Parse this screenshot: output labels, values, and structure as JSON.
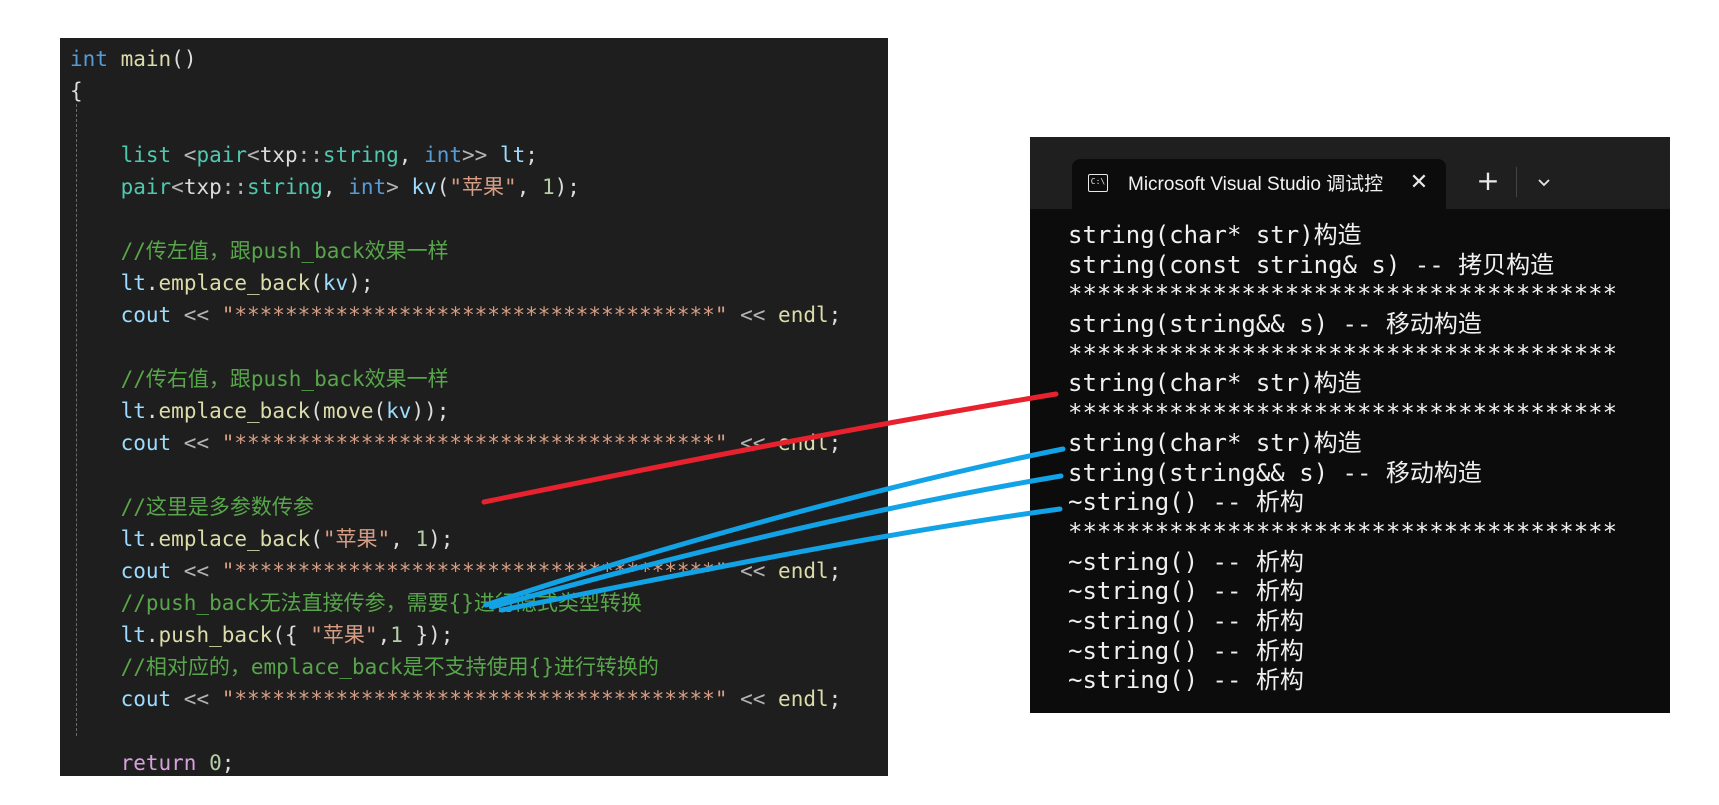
{
  "code": {
    "lines": [
      [
        {
          "t": "int",
          "c": "kw"
        },
        {
          "t": " "
        },
        {
          "t": "main",
          "c": "fn"
        },
        {
          "t": "()"
        }
      ],
      [
        {
          "t": "{"
        }
      ],
      [],
      [
        {
          "t": "    "
        },
        {
          "t": "list",
          "c": "ty"
        },
        {
          "t": " <",
          "c": "op"
        },
        {
          "t": "pair",
          "c": "ty"
        },
        {
          "t": "<",
          "c": "op"
        },
        {
          "t": "txp"
        },
        {
          "t": "::",
          "c": "op"
        },
        {
          "t": "string",
          "c": "ty"
        },
        {
          "t": ", "
        },
        {
          "t": "int",
          "c": "kw"
        },
        {
          "t": ">> ",
          "c": "op"
        },
        {
          "t": "lt",
          "c": "var"
        },
        {
          "t": ";"
        }
      ],
      [
        {
          "t": "    "
        },
        {
          "t": "pair",
          "c": "ty"
        },
        {
          "t": "<",
          "c": "op"
        },
        {
          "t": "txp"
        },
        {
          "t": "::",
          "c": "op"
        },
        {
          "t": "string",
          "c": "ty"
        },
        {
          "t": ", "
        },
        {
          "t": "int",
          "c": "kw"
        },
        {
          "t": "> ",
          "c": "op"
        },
        {
          "t": "kv",
          "c": "var"
        },
        {
          "t": "("
        },
        {
          "t": "\"苹果\"",
          "c": "str"
        },
        {
          "t": ", "
        },
        {
          "t": "1",
          "c": "num"
        },
        {
          "t": ");"
        }
      ],
      [],
      [
        {
          "t": "    "
        },
        {
          "t": "//传左值，跟push_back效果一样",
          "c": "cm"
        }
      ],
      [
        {
          "t": "    "
        },
        {
          "t": "lt",
          "c": "var"
        },
        {
          "t": "."
        },
        {
          "t": "emplace_back",
          "c": "fn"
        },
        {
          "t": "("
        },
        {
          "t": "kv",
          "c": "var"
        },
        {
          "t": ");"
        }
      ],
      [
        {
          "t": "    "
        },
        {
          "t": "cout",
          "c": "var"
        },
        {
          "t": " << ",
          "c": "op"
        },
        {
          "t": "\"**************************************\"",
          "c": "str"
        },
        {
          "t": " << ",
          "c": "op"
        },
        {
          "t": "endl",
          "c": "fn"
        },
        {
          "t": ";"
        }
      ],
      [],
      [
        {
          "t": "    "
        },
        {
          "t": "//传右值，跟push_back效果一样",
          "c": "cm"
        }
      ],
      [
        {
          "t": "    "
        },
        {
          "t": "lt",
          "c": "var"
        },
        {
          "t": "."
        },
        {
          "t": "emplace_back",
          "c": "fn"
        },
        {
          "t": "("
        },
        {
          "t": "move",
          "c": "fn"
        },
        {
          "t": "("
        },
        {
          "t": "kv",
          "c": "var"
        },
        {
          "t": "));"
        }
      ],
      [
        {
          "t": "    "
        },
        {
          "t": "cout",
          "c": "var"
        },
        {
          "t": " << ",
          "c": "op"
        },
        {
          "t": "\"**************************************\"",
          "c": "str"
        },
        {
          "t": " << ",
          "c": "op"
        },
        {
          "t": "endl",
          "c": "fn"
        },
        {
          "t": ";"
        }
      ],
      [],
      [
        {
          "t": "    "
        },
        {
          "t": "//这里是多参数传参",
          "c": "cm"
        }
      ],
      [
        {
          "t": "    "
        },
        {
          "t": "lt",
          "c": "var"
        },
        {
          "t": "."
        },
        {
          "t": "emplace_back",
          "c": "fn"
        },
        {
          "t": "("
        },
        {
          "t": "\"苹果\"",
          "c": "str"
        },
        {
          "t": ", "
        },
        {
          "t": "1",
          "c": "num"
        },
        {
          "t": ");"
        }
      ],
      [
        {
          "t": "    "
        },
        {
          "t": "cout",
          "c": "var"
        },
        {
          "t": " << ",
          "c": "op"
        },
        {
          "t": "\"**************************************\"",
          "c": "str"
        },
        {
          "t": " << ",
          "c": "op"
        },
        {
          "t": "endl",
          "c": "fn"
        },
        {
          "t": ";"
        }
      ],
      [
        {
          "t": "    "
        },
        {
          "t": "//push_back无法直接传参，需要{}进行隐式类型转换",
          "c": "cm"
        }
      ],
      [
        {
          "t": "    "
        },
        {
          "t": "lt",
          "c": "var"
        },
        {
          "t": "."
        },
        {
          "t": "push_back",
          "c": "fn"
        },
        {
          "t": "({ "
        },
        {
          "t": "\"苹果\"",
          "c": "str"
        },
        {
          "t": ","
        },
        {
          "t": "1",
          "c": "num"
        },
        {
          "t": " });"
        }
      ],
      [
        {
          "t": "    "
        },
        {
          "t": "//相对应的，emplace_back是不支持使用{}进行转换的",
          "c": "cm"
        }
      ],
      [
        {
          "t": "    "
        },
        {
          "t": "cout",
          "c": "var"
        },
        {
          "t": " << ",
          "c": "op"
        },
        {
          "t": "\"**************************************\"",
          "c": "str"
        },
        {
          "t": " << ",
          "c": "op"
        },
        {
          "t": "endl",
          "c": "fn"
        },
        {
          "t": ";"
        }
      ],
      [],
      [
        {
          "t": "    "
        },
        {
          "t": "return",
          "c": "ctl"
        },
        {
          "t": " "
        },
        {
          "t": "0",
          "c": "num"
        },
        {
          "t": ";"
        }
      ],
      [
        {
          "t": "}"
        }
      ]
    ]
  },
  "console": {
    "tab_title": "Microsoft Visual Studio 调试控",
    "tab_icon_text": "C:\\",
    "close_glyph": "✕",
    "new_tab_glyph": "+",
    "output": [
      "string(char* str)构造",
      "string(const string& s) -- 拷贝构造",
      "**************************************",
      "string(string&& s) -- 移动构造",
      "**************************************",
      "string(char* str)构造",
      "**************************************",
      "string(char* str)构造",
      "string(string&& s) -- 移动构造",
      "~string() -- 析构",
      "**************************************",
      "~string() -- 析构",
      "~string() -- 析构",
      "~string() -- 析构",
      "~string() -- 析构",
      "~string() -- 析构"
    ]
  },
  "annotation_colors": {
    "red": "#e8212e",
    "blue": "#12a2e6"
  }
}
